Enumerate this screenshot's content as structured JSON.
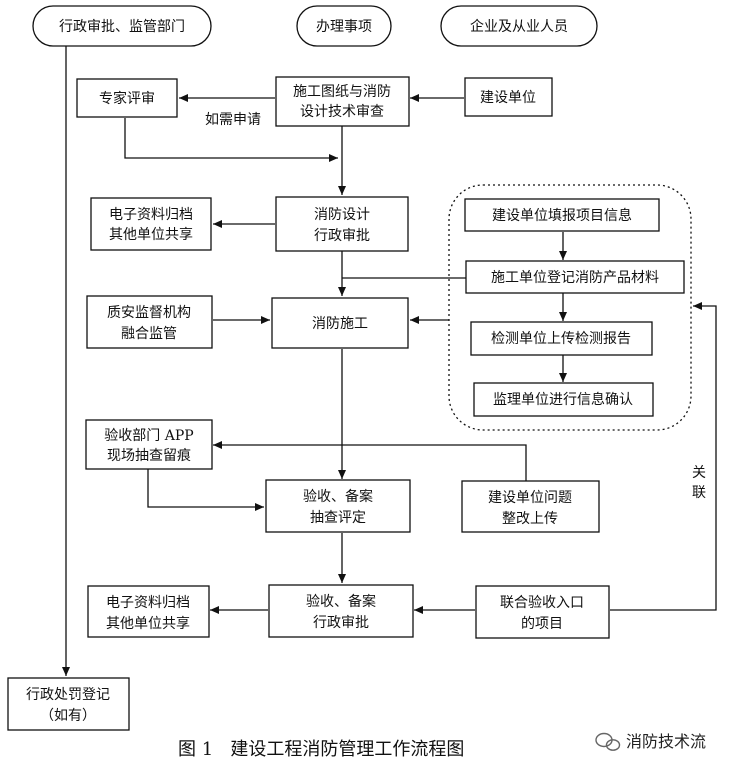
{
  "headers": {
    "admin": "行政审批、监管部门",
    "items": "办理事项",
    "enterprise": "企业及从业人员"
  },
  "nodes": {
    "expert_review": "专家评审",
    "drawing_review": [
      "施工图纸与消防",
      "设计技术审查"
    ],
    "construction_unit": "建设单位",
    "archive_1": [
      "电子资料归档",
      "其他单位共享"
    ],
    "fire_design_approval": [
      "消防设计",
      "行政审批"
    ],
    "quality_supervision": [
      "质安监督机构",
      "融合监管"
    ],
    "fire_construction": "消防施工",
    "info_fill": "建设单位填报项目信息",
    "material_register": "施工单位登记消防产品材料",
    "test_report": "检测单位上传检测报告",
    "supervision_confirm": "监理单位进行信息确认",
    "app_check": [
      "验收部门 APP",
      "现场抽查留痕"
    ],
    "acceptance_check": [
      "验收、备案",
      "抽查评定"
    ],
    "rectify": [
      "建设单位问题",
      "整改上传"
    ],
    "archive_2": [
      "电子资料归档",
      "其他单位共享"
    ],
    "acceptance_approval": [
      "验收、备案",
      "行政审批"
    ],
    "joint_acceptance": [
      "联合验收入口",
      "的项目"
    ],
    "penalty": [
      "行政处罚登记",
      "（如有）"
    ]
  },
  "labels": {
    "if_needed": "如需申请",
    "related": [
      "关",
      "联"
    ]
  },
  "caption": "图 1   建设工程消防管理工作流程图",
  "watermark": "消防技术流"
}
